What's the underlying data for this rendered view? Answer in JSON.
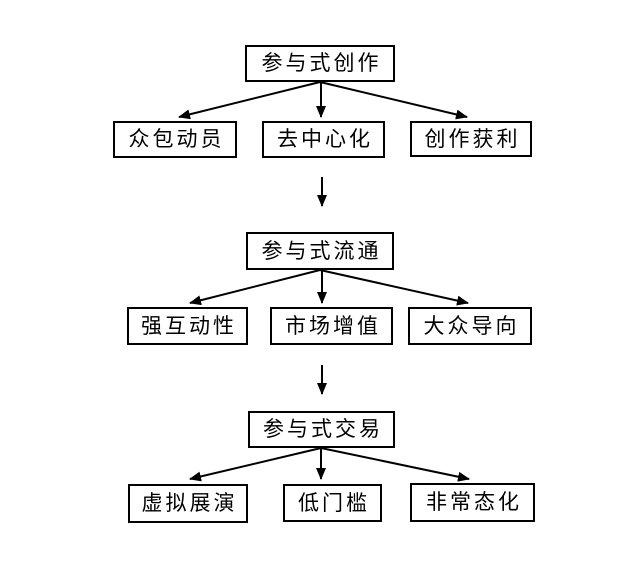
{
  "diagram": {
    "background_color": "#ffffff",
    "line_color": "#000000",
    "box_fill_color": "#ffffff",
    "sections": [
      {
        "title": "参与式创作",
        "children": [
          "众包动员",
          "去中心化",
          "创作获利"
        ]
      },
      {
        "title": "参与式流通",
        "children": [
          "强互动性",
          "市场增值",
          "大众导向"
        ]
      },
      {
        "title": "参与式交易",
        "children": [
          "虚拟展演",
          "低门槛",
          "非常态化"
        ]
      }
    ]
  }
}
